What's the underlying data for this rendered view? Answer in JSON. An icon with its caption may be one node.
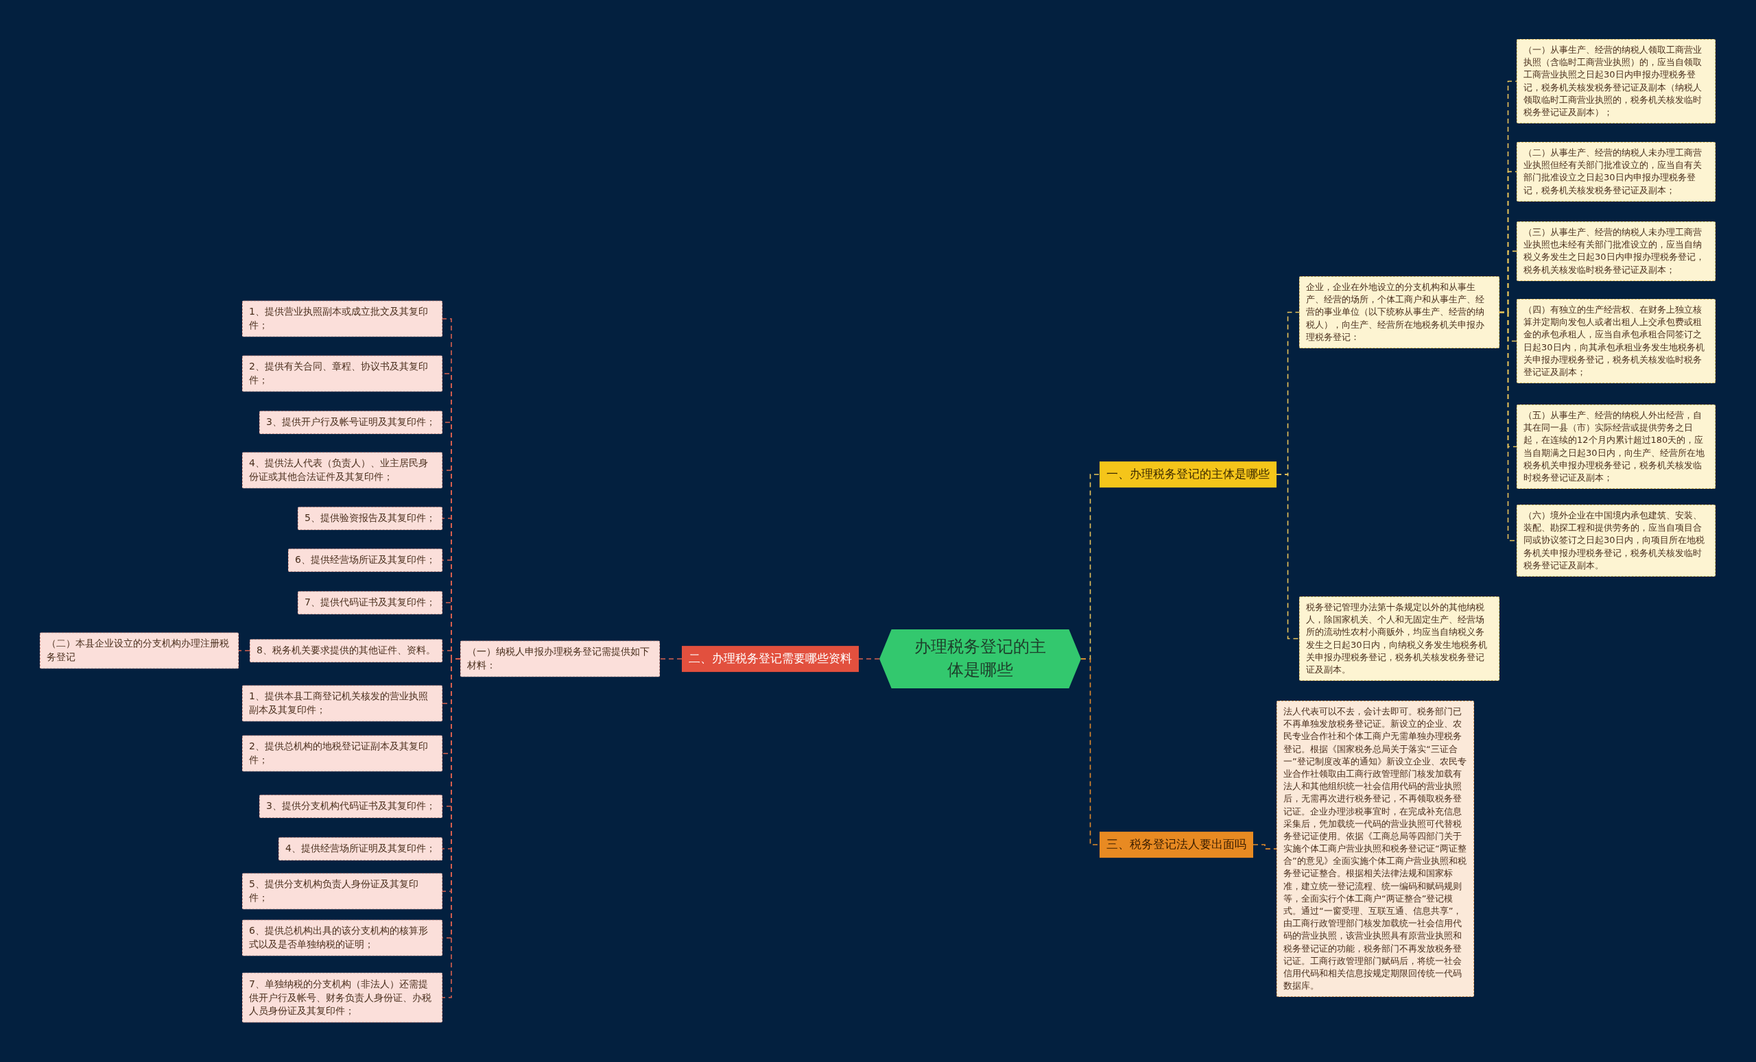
{
  "diagram": {
    "nodes": [
      {
        "text": [
          "办理税务登记的主体是哪些"
        ]
      },
      {
        "text": [
          "一、办理税务登记的主体是哪些"
        ]
      },
      {
        "text": [
          "企业，企业在外地设立的分支机构和从事生产、经营的场所，个体工商户和从事生产、经营的事业单位（以下统称从事生产、经营的纳税人），向生产、经营所在地税务机关申报办理税务登记："
        ]
      },
      {
        "text": [
          "（一）从事生产、经营的纳税人领取工商营业执照（含临时工商营业执照）的，应当自领取工商营业执照之日起30日内申报办理税务登记，税务机关核发税务登记证及副本（纳税人领取临时工商营业执照的，税务机关核发临时税务登记证及副本）；"
        ]
      },
      {
        "text": [
          "（二）从事生产、经营的纳税人未办理工商营业执照但经有关部门批准设立的，应当自有关部门批准设立之日起30日内申报办理税务登记，税务机关核发税务登记证及副本；"
        ]
      },
      {
        "text": [
          "（三）从事生产、经营的纳税人未办理工商营业执照也未经有关部门批准设立的，应当自纳税义务发生之日起30日内申报办理税务登记，税务机关核发临时税务登记证及副本；"
        ]
      },
      {
        "text": [
          "（四）有独立的生产经营权、在财务上独立核算并定期向发包人或者出租人上交承包费或租金的承包承租人，应当自承包承租合同签订之日起30日内，向其承包承租业务发生地税务机关申报办理税务登记，税务机关核发临时税务登记证及副本；"
        ]
      },
      {
        "text": [
          "（五）从事生产、经营的纳税人外出经营，自其在同一县（市）实际经营或提供劳务之日起，在连续的12个月内累计超过180天的，应当自期满之日起30日内，向生产、经营所在地税务机关申报办理税务登记，税务机关核发临时税务登记证及副本；"
        ]
      },
      {
        "text": [
          "（六）境外企业在中国境内承包建筑、安装、装配、勘探工程和提供劳务的，应当自项目合同或协议签订之日起30日内，向项目所在地税务机关申报办理税务登记，税务机关核发临时税务登记证及副本。"
        ]
      },
      {
        "text": [
          "税务登记管理办法第十条规定以外的其他纳税人，除国家机关、个人和无固定生产、经营场所的流动性农村小商贩外，均应当自纳税义务发生之日起30日内，向纳税义务发生地税务机关申报办理税务登记，税务机关核发税务登记证及副本。"
        ]
      },
      {
        "text": [
          "三、税务登记法人要出面吗"
        ]
      },
      {
        "text": [
          "法人代表可以不去，会计去即可。税务部门已不再单独发放税务登记证。新设立的企业、农民专业合作社和个体工商户无需单独办理税务登记。根据《国家税务总局关于落实“三证合一”登记制度改革的通知》新设立企业、农民专业合作社领取由工商行政管理部门核发加载有法人和其他组织统一社会信用代码的营业执照后，无需再次进行税务登记，不再领取税务登记证。企业办理涉税事宜时，在完成补充信息采集后，凭加载统一代码的营业执照可代替税务登记证使用。依据《工商总局等四部门关于实施个体工商户营业执照和税务登记证“两证整合”的意见》全面实施个体工商户营业执照和税务登记证整合。根据相关法律法规和国家标准，建立统一登记流程、统一编码和赋码规则等，全面实行个体工商户“两证整合”登记模式。通过“一窗受理、互联互通、信息共享”，由工商行政管理部门核发加载统一社会信用代码的营业执照，该营业执照具有原营业执照和税务登记证的功能，税务部门不再发放税务登记证。工商行政管理部门赋码后，将统一社会信用代码和相关信息按规定期限回传统一代码数据库。"
        ]
      },
      {
        "text": [
          "二、办理税务登记需要哪些资料"
        ]
      },
      {
        "text": [
          "（一）纳税人申报办理税务登记需提供如下材料："
        ]
      },
      {
        "text": [
          "1、提供营业执照副本或成立批文及其复印件；"
        ]
      },
      {
        "text": [
          "2、提供有关合同、章程、协议书及其复印件；"
        ]
      },
      {
        "text": [
          "3、提供开户行及帐号证明及其复印件；"
        ]
      },
      {
        "text": [
          "4、提供法人代表（负责人）、业主居民身份证或其他合法证件及其复印件；"
        ]
      },
      {
        "text": [
          "5、提供验资报告及其复印件；"
        ]
      },
      {
        "text": [
          "6、提供经营场所证及其复印件；"
        ]
      },
      {
        "text": [
          "7、提供代码证书及其复印件；"
        ]
      },
      {
        "text": [
          "8、税务机关要求提供的其他证件、资料。"
        ]
      },
      {
        "text": [
          "（二）本县企业设立的分支机构办理注册税务登记"
        ]
      },
      {
        "text": [
          "1、提供本县工商登记机关核发的营业执照副本及其复印件；"
        ]
      },
      {
        "text": [
          "2、提供总机构的地税登记证副本及其复印件；"
        ]
      },
      {
        "text": [
          "3、提供分支机构代码证书及其复印件；"
        ]
      },
      {
        "text": [
          "4、提供经营场所证明及其复印件；"
        ]
      },
      {
        "text": [
          "5、提供分支机构负责人身份证及其复印件；"
        ]
      },
      {
        "text": [
          "6、提供总机构出具的该分支机构的核算形式以及是否单独纳税的证明；"
        ]
      },
      {
        "text": [
          "7、单独纳税的分支机构（非法人）还需提供开户行及帐号、财务负责人身份证、办税人员身份证及其复印件；"
        ]
      }
    ],
    "edges": [
      {
        "from": 0,
        "to": 1,
        "arrow": "none",
        "style": "dashed",
        "color": "#e8c35a"
      },
      {
        "from": 1,
        "to": 2,
        "arrow": "none",
        "style": "dashed",
        "color": "#e8c35a"
      },
      {
        "from": 2,
        "to": 3,
        "arrow": "none",
        "style": "dashed",
        "color": "#e8c35a"
      },
      {
        "from": 2,
        "to": 4,
        "arrow": "none",
        "style": "dashed",
        "color": "#e8c35a"
      },
      {
        "from": 2,
        "to": 5,
        "arrow": "none",
        "style": "dashed",
        "color": "#e8c35a"
      },
      {
        "from": 2,
        "to": 6,
        "arrow": "none",
        "style": "dashed",
        "color": "#e8c35a"
      },
      {
        "from": 2,
        "to": 7,
        "arrow": "none",
        "style": "dashed",
        "color": "#e8c35a"
      },
      {
        "from": 2,
        "to": 8,
        "arrow": "none",
        "style": "dashed",
        "color": "#e8c35a"
      },
      {
        "from": 1,
        "to": 9,
        "arrow": "none",
        "style": "dashed",
        "color": "#e8c35a"
      },
      {
        "from": 0,
        "to": 10,
        "arrow": "none",
        "style": "dashed",
        "color": "#e08a2c"
      },
      {
        "from": 10,
        "to": 11,
        "arrow": "none",
        "style": "dashed",
        "color": "#e08a2c"
      },
      {
        "from": 0,
        "to": 12,
        "arrow": "none",
        "style": "dashed",
        "color": "#d9604f"
      },
      {
        "from": 12,
        "to": 13,
        "arrow": "none",
        "style": "dashed",
        "color": "#d9604f"
      },
      {
        "from": 13,
        "to": 14,
        "arrow": "none",
        "style": "dashed",
        "color": "#d9604f"
      },
      {
        "from": 13,
        "to": 15,
        "arrow": "none",
        "style": "dashed",
        "color": "#d9604f"
      },
      {
        "from": 13,
        "to": 16,
        "arrow": "none",
        "style": "dashed",
        "color": "#d9604f"
      },
      {
        "from": 13,
        "to": 17,
        "arrow": "none",
        "style": "dashed",
        "color": "#d9604f"
      },
      {
        "from": 13,
        "to": 18,
        "arrow": "none",
        "style": "dashed",
        "color": "#d9604f"
      },
      {
        "from": 13,
        "to": 19,
        "arrow": "none",
        "style": "dashed",
        "color": "#d9604f"
      },
      {
        "from": 13,
        "to": 20,
        "arrow": "none",
        "style": "dashed",
        "color": "#d9604f"
      },
      {
        "from": 13,
        "to": 21,
        "arrow": "none",
        "style": "dashed",
        "color": "#d9604f"
      },
      {
        "from": 21,
        "to": 22,
        "arrow": "none",
        "style": "dashed",
        "color": "#d9604f"
      },
      {
        "from": 13,
        "to": 23,
        "arrow": "none",
        "style": "dashed",
        "color": "#d9604f"
      },
      {
        "from": 13,
        "to": 24,
        "arrow": "none",
        "style": "dashed",
        "color": "#d9604f"
      },
      {
        "from": 13,
        "to": 25,
        "arrow": "none",
        "style": "dashed",
        "color": "#d9604f"
      },
      {
        "from": 13,
        "to": 26,
        "arrow": "none",
        "style": "dashed",
        "color": "#d9604f"
      },
      {
        "from": 13,
        "to": 27,
        "arrow": "none",
        "style": "dashed",
        "color": "#d9604f"
      },
      {
        "from": 13,
        "to": 28,
        "arrow": "none",
        "style": "dashed",
        "color": "#d9604f"
      },
      {
        "from": 13,
        "to": 29,
        "arrow": "none",
        "style": "dashed",
        "color": "#d9604f"
      }
    ]
  }
}
